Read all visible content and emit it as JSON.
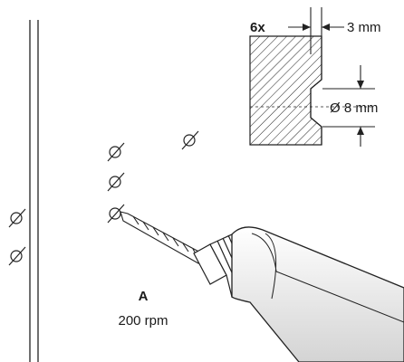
{
  "callout": {
    "quantity": "6x",
    "depth": "3 mm",
    "diameter": "Ø 8 mm"
  },
  "drill": {
    "label": "A",
    "speed": "200 rpm"
  }
}
